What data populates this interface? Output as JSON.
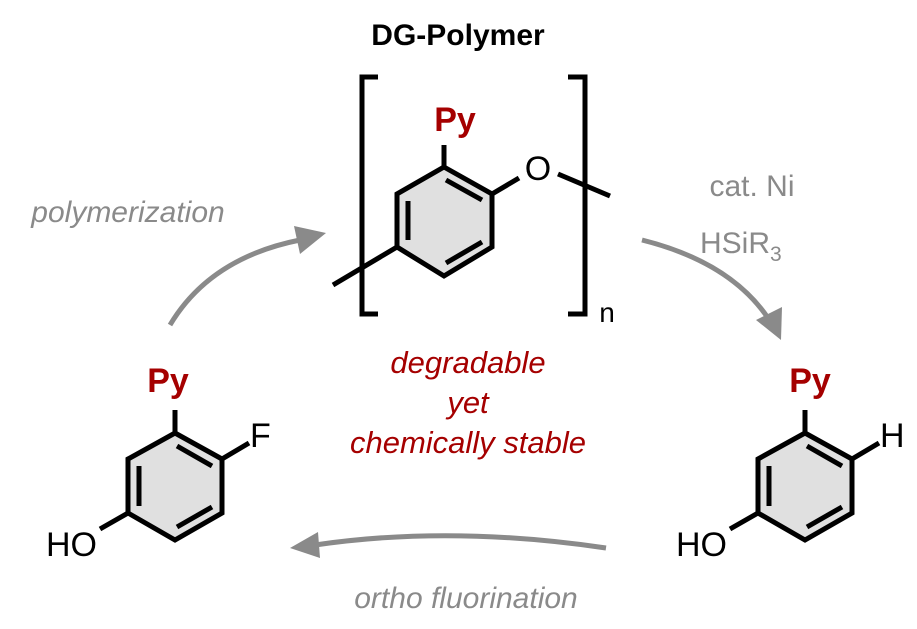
{
  "title": "DG-Polymer",
  "polymer": {
    "substituent": "Py",
    "oxygen": "O",
    "repeat_subscript": "n"
  },
  "left_molecule": {
    "substituent": "Py",
    "halogen": "F",
    "hydroxyl": "HO"
  },
  "right_molecule": {
    "substituent": "Py",
    "hydrogen": "H",
    "hydroxyl": "HO"
  },
  "arrows": {
    "polymerization": "polymerization",
    "reagent_line1": "cat. Ni",
    "reagent_line2_main": "HSiR",
    "reagent_line2_sub": "3",
    "fluorination": "ortho fluorination"
  },
  "center_text": {
    "line1": "degradable",
    "line2": "yet",
    "line3": "chemically stable"
  },
  "colors": {
    "accent_red": "#a50000",
    "arrow_gray": "#8a8a8a",
    "ring_fill": "#e0e0e0"
  }
}
